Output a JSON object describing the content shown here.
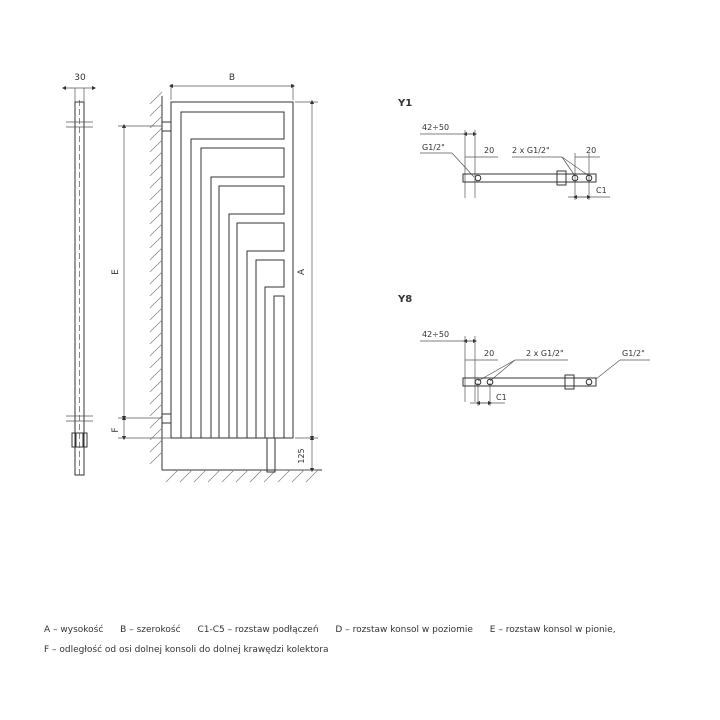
{
  "side_view": {
    "dim_width": "30"
  },
  "front_view": {
    "dim_b": "B",
    "dim_a": "A",
    "dim_e": "E",
    "dim_f": "F",
    "dim_125": "125"
  },
  "detail_y1": {
    "title": "Y1",
    "dim_range": "42÷50",
    "label_inlet": "G1/2\"",
    "dim_20_left": "20",
    "label_double": "2 x G1/2\"",
    "dim_20_right": "20",
    "dim_c1": "C1"
  },
  "detail_y8": {
    "title": "Y8",
    "dim_range": "42÷50",
    "dim_20": "20",
    "label_double": "2 x G1/2\"",
    "label_outlet": "G1/2\"",
    "dim_c1": "C1"
  },
  "legend": {
    "line1": [
      "A – wysokość",
      "B – szerokość",
      "C1-C5 – rozstaw podłączeń",
      "D – rozstaw konsol w poziomie",
      "E – rozstaw konsol w pionie,"
    ],
    "line2": "F – odległość od osi dolnej konsoli do dolnej krawędzi kolektora"
  }
}
